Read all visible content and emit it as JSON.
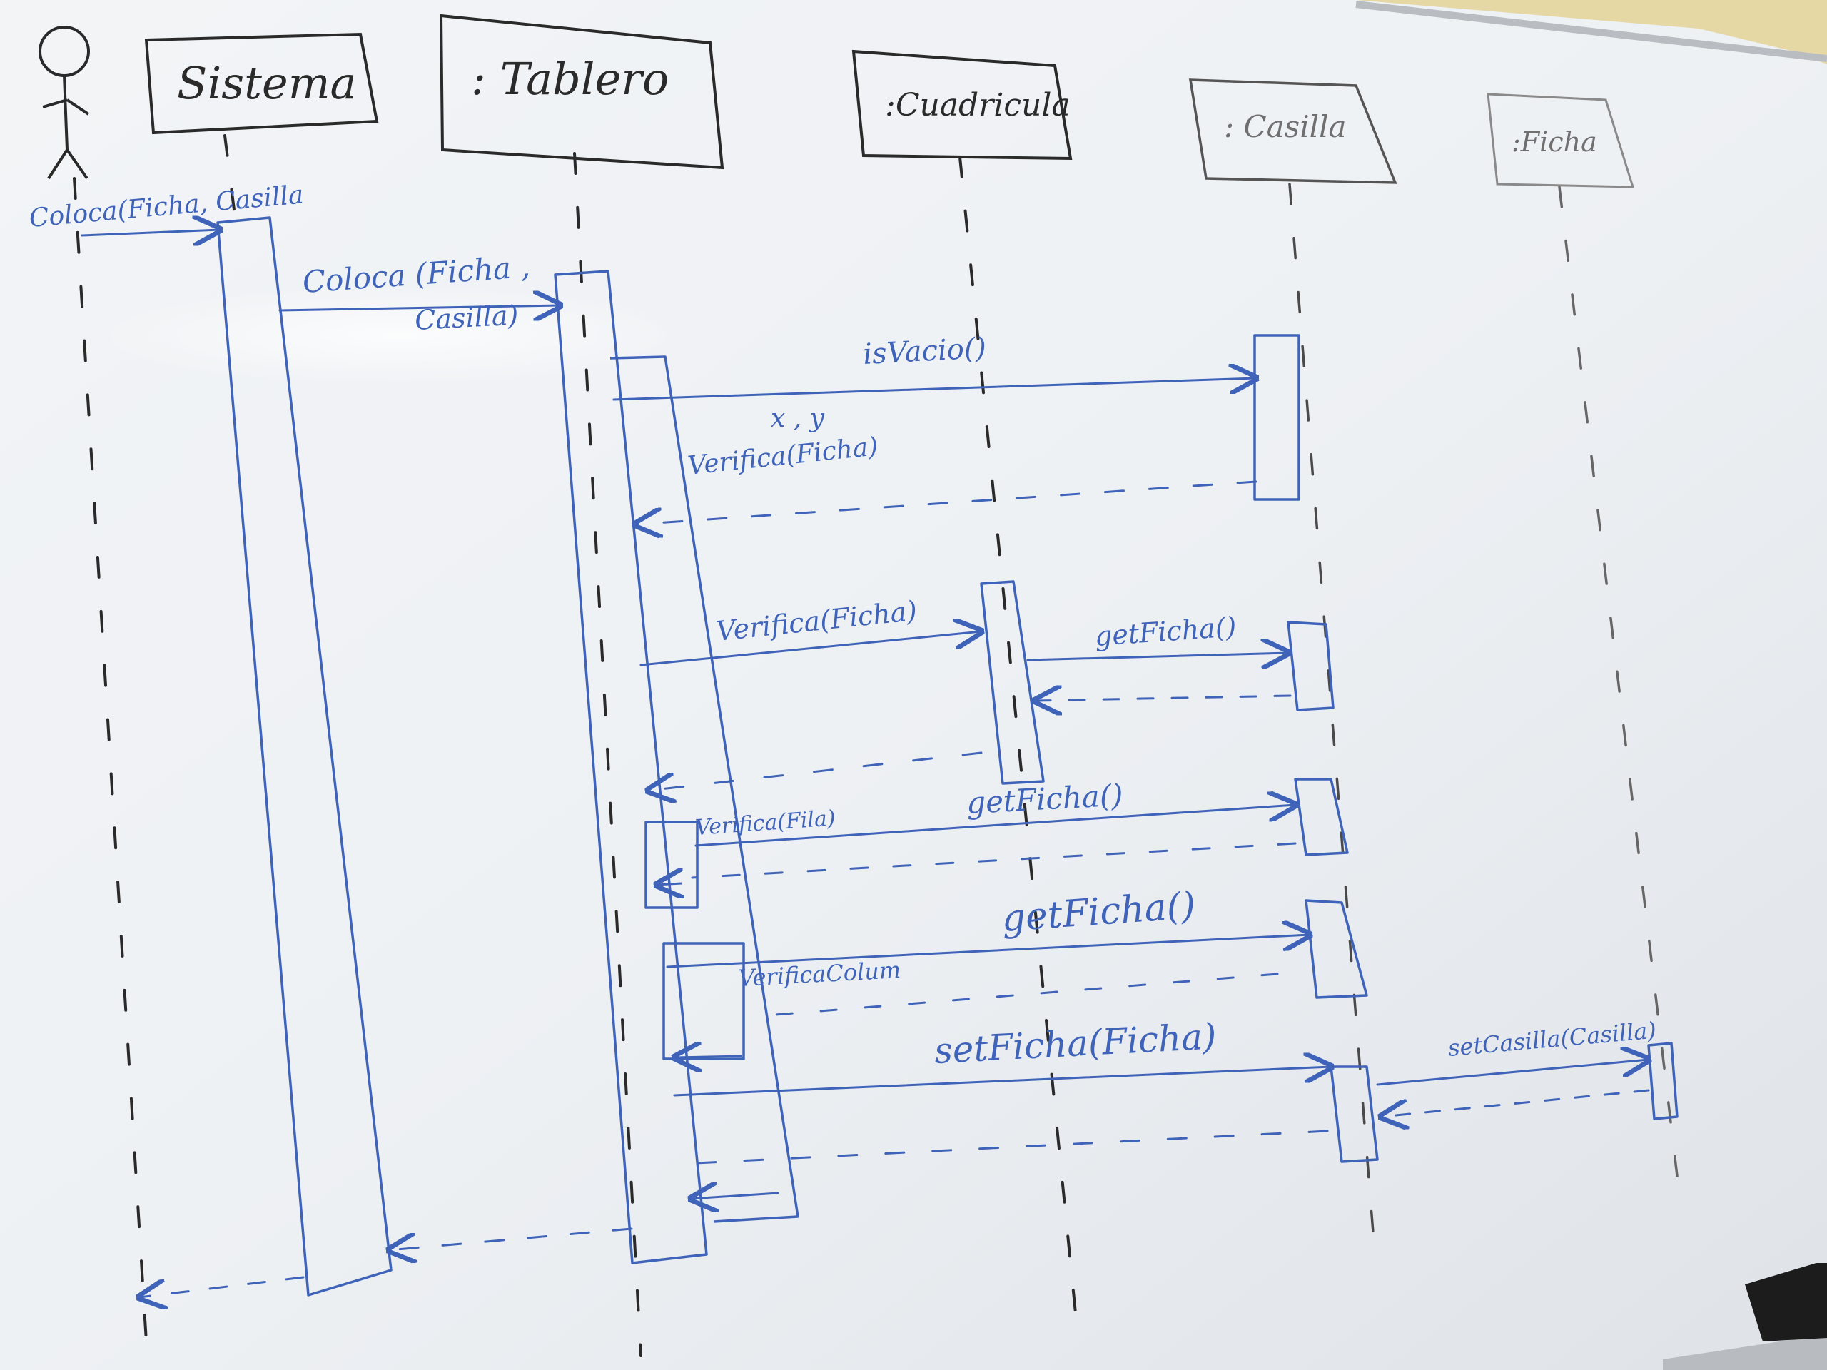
{
  "actor": {
    "name": ""
  },
  "lifelines": [
    {
      "id": "sistema",
      "label": "Sistema"
    },
    {
      "id": "tablero",
      "label": ": Tablero"
    },
    {
      "id": "cuadricula",
      "label": ":Cuadricula"
    },
    {
      "id": "casilla",
      "label": ": Casilla"
    },
    {
      "id": "ficha",
      "label": ":Ficha"
    }
  ],
  "messages": {
    "m1": "Coloca(Ficha, Casilla",
    "m2a": "Coloca (Ficha ,",
    "m2b": "Casilla)",
    "m3": "isVacio()",
    "m4a": "x , y",
    "m4b": "Verifica(Ficha)",
    "m5": "Verifica(Ficha)",
    "m6": "getFicha()",
    "m7": "Verifica(Fila)",
    "m8": "getFicha()",
    "m9": "getFicha()",
    "m10": "VerificaColum",
    "m11": "setFicha(Ficha)",
    "m12": "setCasilla(Casilla)"
  },
  "colors": {
    "board": "#f3f5f7",
    "marker_black": "#2a2a2a",
    "marker_blue": "#3e63b8",
    "frame": "#b9bdc2"
  }
}
